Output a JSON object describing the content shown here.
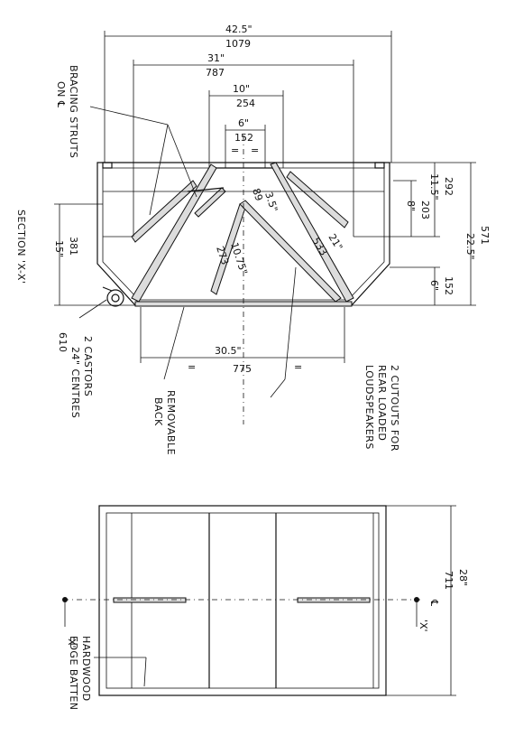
{
  "section_title": "SECTION 'X-X'",
  "labels": {
    "bracing_1": "BRACING STRUTS",
    "bracing_2": "ON ℄",
    "castors_1": "2 CASTORS",
    "castors_2": "24\" CENTRES",
    "castors_3": "610",
    "removable_1": "REMOVABLE",
    "removable_2": "BACK",
    "cutouts_1": "2 CUTOUTS FOR",
    "cutouts_2": "REAR LOADED",
    "cutouts_3": "LOUDSPEAKERS",
    "batten_1": "HARDWOOD",
    "batten_2": "EDGE BATTEN",
    "section_marker_left": "'X'",
    "section_marker_right": "'X'",
    "cl_symbol": "℄"
  },
  "dimensions": {
    "overall_width_in": "42.5\"",
    "overall_width_mm": "1079",
    "inner_31_in": "31\"",
    "inner_31_mm": "787",
    "inner_10_in": "10\"",
    "inner_10_mm": "254",
    "inner_6_in": "6\"",
    "inner_6_mm": "152",
    "equal_left": "=",
    "equal_right": "=",
    "depth_right_11_in": "11.5\"",
    "depth_right_11_mm": "292",
    "depth_right_8_in": "8\"",
    "depth_right_8_mm": "203",
    "depth_total_in": "22.5\"",
    "depth_total_mm": "571",
    "depth_6_in": "6\"",
    "depth_6_mm": "152",
    "left_15_in": "15\"",
    "left_15_mm": "381",
    "bottom_30_in": "30.5\"",
    "bottom_775_mm": "775",
    "bottom_eq_left": "=",
    "bottom_eq_right": "=",
    "diag_21_in": "21\"",
    "diag_533_mm": "533",
    "diag_1075_in": "10.75\"",
    "diag_273_mm": "273",
    "small_35_in": "3.5\"",
    "small_89_mm": "89",
    "plan_28_in": "28\"",
    "plan_711_mm": "711"
  }
}
